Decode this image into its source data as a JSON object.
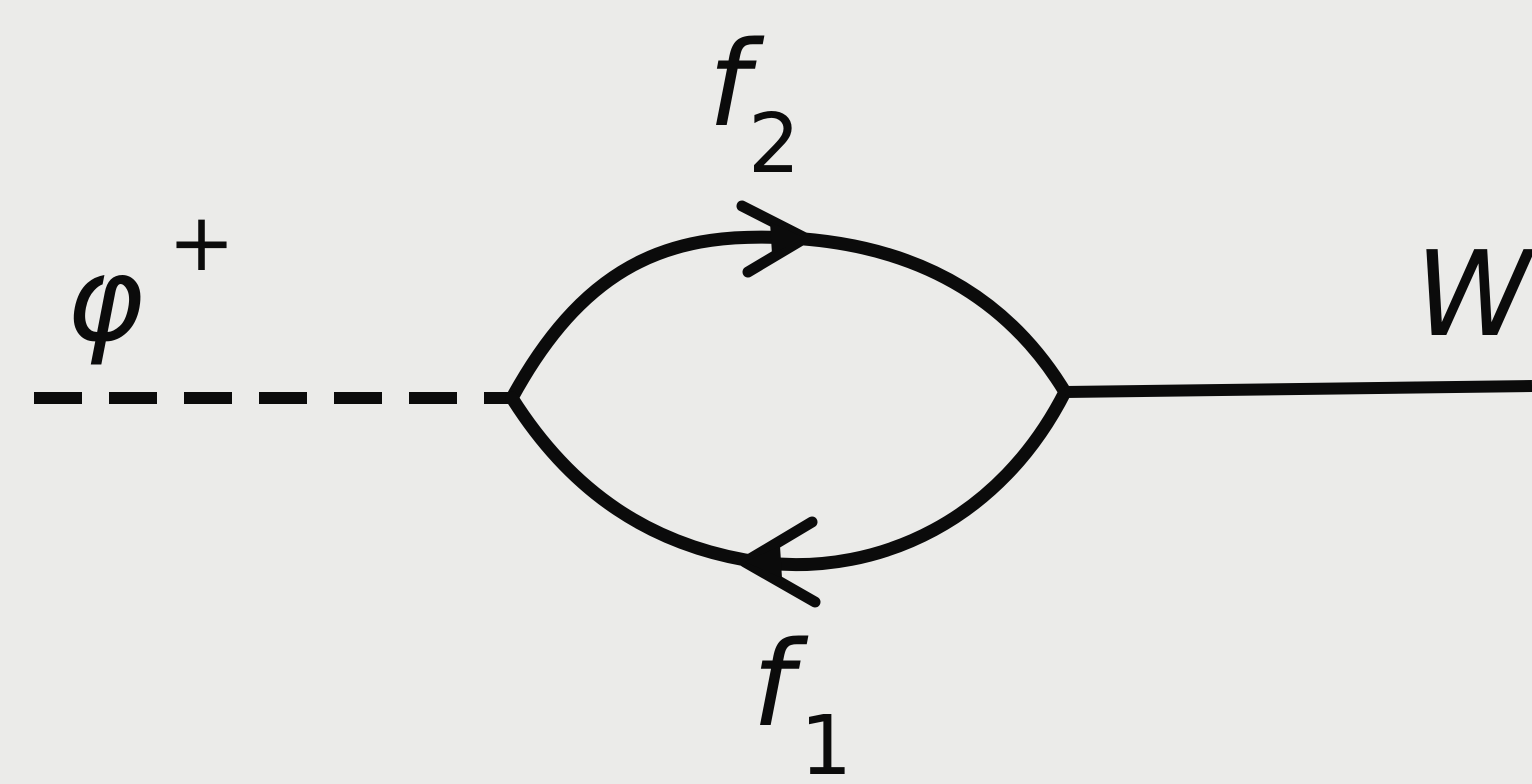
{
  "labels": {
    "scalar": "φ",
    "scalar_charge": "+",
    "boson": "W",
    "fermion_top": "f",
    "fermion_top_index": "2",
    "fermion_bottom": "f",
    "fermion_bottom_index": "1"
  },
  "colors": {
    "background": "#ebebe9",
    "ink": "#0b0b0b"
  }
}
